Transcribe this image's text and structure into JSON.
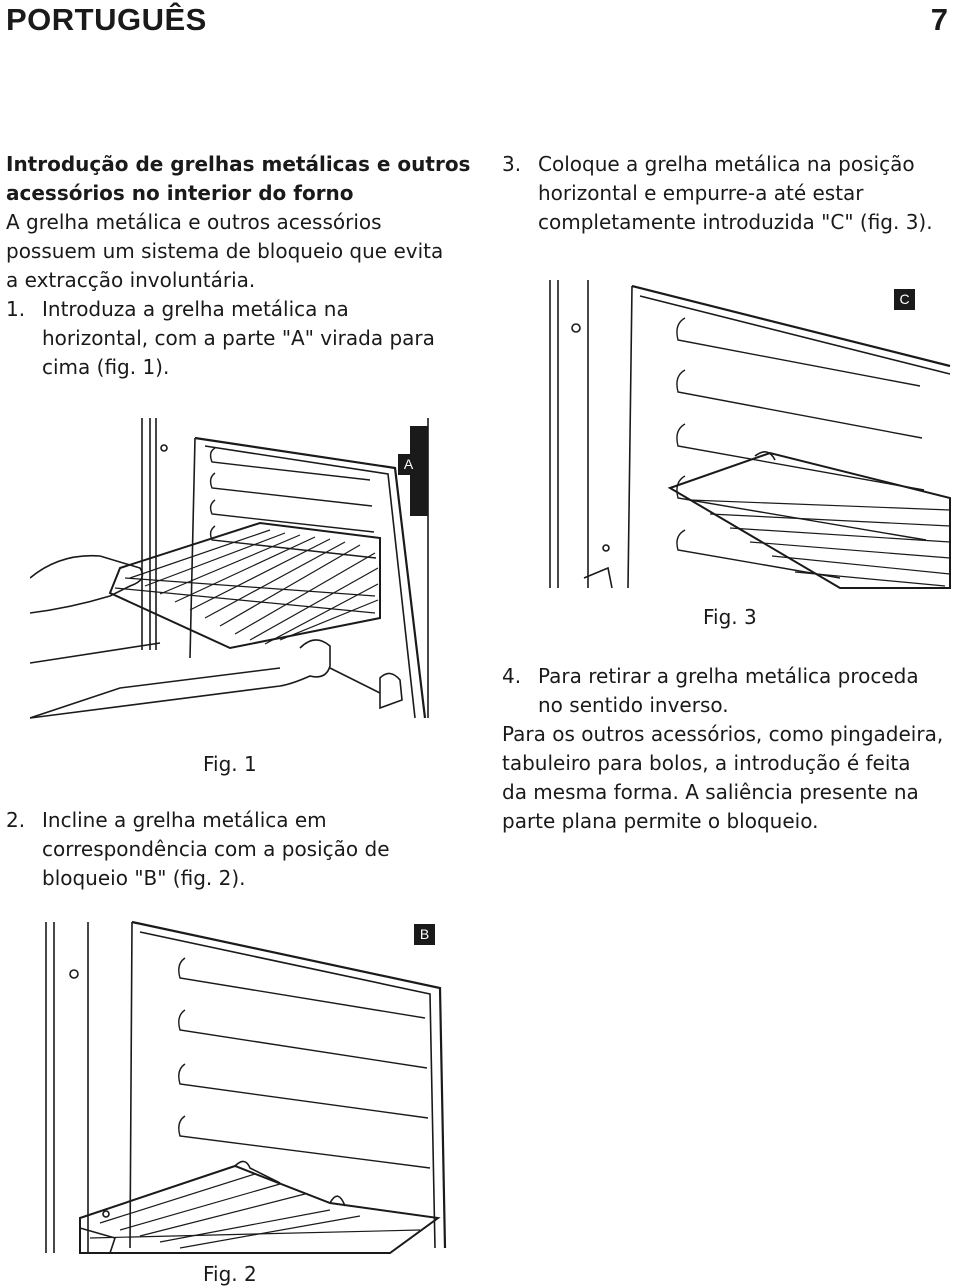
{
  "header": {
    "language": "PORTUGUÊS",
    "page_number": "7"
  },
  "intro": {
    "title_line1": "Introdução de grelhas metálicas e outros",
    "title_line2": "acessórios no interior do forno",
    "body_line1": "A grelha metálica e outros acessórios",
    "body_line2": "possuem um sistema de bloqueio que evita",
    "body_line3": "a extracção involuntária."
  },
  "steps": [
    {
      "number": "1.",
      "line1": "Introduza a grelha metálica na",
      "line2": "horizontal, com a parte \"A\" virada para",
      "line3": "cima (fig. 1)."
    },
    {
      "number": "2.",
      "line1": "Incline a grelha metálica em",
      "line2": "correspondência com a posição de",
      "line3": "bloqueio \"B\" (fig. 2)."
    },
    {
      "number": "3.",
      "line1": "Coloque a grelha metálica na posição",
      "line2": "horizontal e empurre-a até estar",
      "line3": "completamente introduzida \"C\" (fig. 3)."
    },
    {
      "number": "4.",
      "line1": "Para retirar a grelha metálica proceda",
      "line2": "no sentido inverso."
    }
  ],
  "closing": {
    "line1": "Para os outros acessórios, como pingadeira,",
    "line2": "tabuleiro para bolos, a introdução é feita",
    "line3": "da mesma forma. A saliência presente na",
    "line4": "parte plana permite o bloqueio."
  },
  "figures": {
    "fig1": {
      "caption": "Fig. 1",
      "callout": "A"
    },
    "fig2": {
      "caption": "Fig. 2",
      "callout": "B"
    },
    "fig3": {
      "caption": "Fig. 3",
      "callout": "C"
    }
  }
}
